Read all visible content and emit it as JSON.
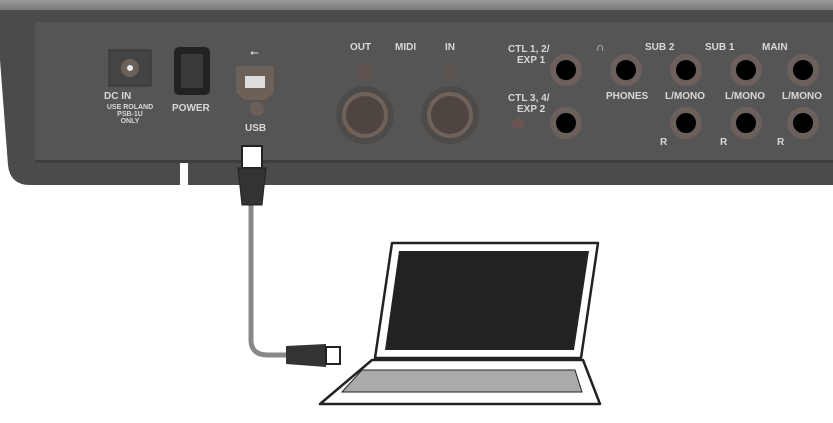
{
  "panel": {
    "dc_in": {
      "label": "DC IN",
      "note": [
        "USE ROLAND",
        "PSB-1U",
        "ONLY"
      ]
    },
    "power": {
      "label": "POWER"
    },
    "usb": {
      "label": "USB"
    },
    "midi": {
      "out": "OUT",
      "title": "MIDI",
      "in": "IN"
    },
    "ctl1": {
      "line1": "CTL 1, 2/",
      "line2": "EXP 1"
    },
    "ctl3": {
      "line1": "CTL 3, 4/",
      "line2": "EXP 2"
    },
    "phones": {
      "label": "PHONES"
    },
    "outputs": [
      {
        "name": "SUB 2",
        "l": "L/MONO",
        "r": "R"
      },
      {
        "name": "SUB 1",
        "l": "L/MONO",
        "r": "R"
      },
      {
        "name": "MAIN",
        "l": "L/MONO",
        "r": "R"
      }
    ]
  },
  "colors": {
    "panel": "#4b4b4b",
    "top": "#8a8a8a",
    "jack": "#000000",
    "ring": "#6b605c"
  }
}
